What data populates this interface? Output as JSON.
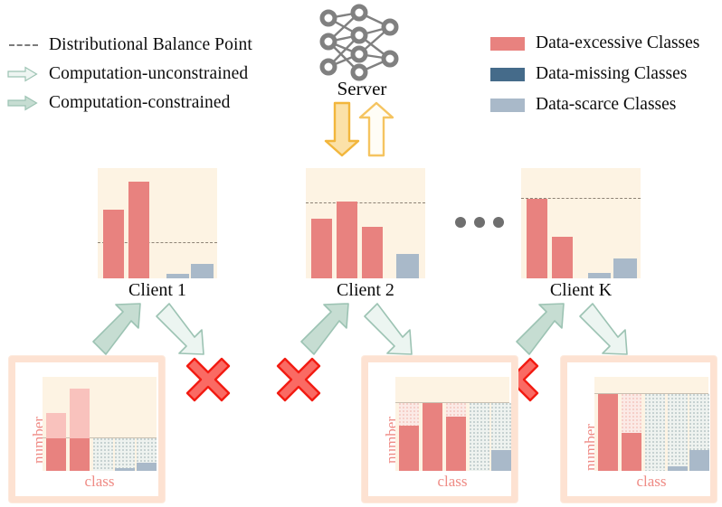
{
  "colors": {
    "data_excessive": "#e8827f",
    "data_missing": "#456b8a",
    "data_scarce": "#a9b9c9",
    "pink_light": "#f9c2bd",
    "chart_bg": "#fdf3e3",
    "panel_border": "#fde2d2",
    "arrow_constrained": "#c5ddd2",
    "arrow_unconstrained": "#e8f2ee",
    "server_arrow": "#f2b63c",
    "red_x": "#fa5a55",
    "axis_label": "#ef8b85",
    "balance_line": "#8d8275",
    "node_gray": "#808080"
  },
  "legend_left": {
    "items": [
      {
        "key": "dashed-line",
        "label": "Distributional Balance Point"
      },
      {
        "key": "arrow-outline",
        "label": "Computation-unconstrained"
      },
      {
        "key": "arrow-filled",
        "label": "Computation-constrained"
      }
    ]
  },
  "legend_right": {
    "items": [
      {
        "key": "swatch-excessive",
        "label": "Data-excessive Classes",
        "color": "#e8827f"
      },
      {
        "key": "swatch-missing",
        "label": "Data-missing Classes",
        "color": "#456b8a"
      },
      {
        "key": "swatch-scarce",
        "label": "Data-scarce Classes",
        "color": "#a9b9c9"
      }
    ]
  },
  "server": {
    "label": "Server",
    "download_arrow": "download-arrow",
    "upload_arrow": "upload-arrow",
    "node_count": 9
  },
  "ellipsis": "•••",
  "clients": [
    {
      "label": "Client 1",
      "balance_pct": 32,
      "bars": [
        {
          "class": "data-excessive",
          "height_pct": 62,
          "color": "#e8827f"
        },
        {
          "class": "data-excessive",
          "height_pct": 88,
          "color": "#e8827f"
        },
        {
          "class": "data-missing",
          "height_pct": 0,
          "color": "#a9b9c9"
        },
        {
          "class": "data-missing",
          "height_pct": 4,
          "color": "#a9b9c9"
        },
        {
          "class": "data-scarce",
          "height_pct": 13,
          "color": "#a9b9c9"
        }
      ]
    },
    {
      "label": "Client 2",
      "balance_pct": 68,
      "bars": [
        {
          "class": "data-excessive",
          "height_pct": 54,
          "color": "#e8827f"
        },
        {
          "class": "data-excessive",
          "height_pct": 70,
          "color": "#e8827f"
        },
        {
          "class": "data-excessive",
          "height_pct": 47,
          "color": "#e8827f"
        },
        {
          "class": "data-missing",
          "height_pct": 0,
          "color": "#a9b9c9"
        },
        {
          "class": "data-scarce",
          "height_pct": 22,
          "color": "#a9b9c9"
        }
      ]
    },
    {
      "label": "Client K",
      "balance_pct": 72,
      "bars": [
        {
          "class": "data-excessive",
          "height_pct": 72,
          "color": "#e8827f"
        },
        {
          "class": "data-excessive",
          "height_pct": 38,
          "color": "#e8827f"
        },
        {
          "class": "data-missing",
          "height_pct": 0,
          "color": "#a9b9c9"
        },
        {
          "class": "data-missing",
          "height_pct": 5,
          "color": "#a9b9c9"
        },
        {
          "class": "data-scarce",
          "height_pct": 18,
          "color": "#a9b9c9"
        }
      ]
    }
  ],
  "flows": [
    {
      "from": "Client 1",
      "constrained_arrow": "arrow-constrained",
      "constrained_result": "panel-1",
      "unconstrained_arrow": "arrow-unconstrained",
      "unconstrained_result": "blocked"
    },
    {
      "from": "Client 2",
      "constrained_arrow": "arrow-constrained",
      "constrained_result": "blocked",
      "unconstrained_arrow": "arrow-unconstrained",
      "unconstrained_result": "panel-2"
    },
    {
      "from": "Client K",
      "constrained_arrow": "arrow-constrained",
      "constrained_result": "blocked",
      "unconstrained_arrow": "arrow-unconstrained",
      "unconstrained_result": "panel-3"
    }
  ],
  "blocked_marker": "red-x",
  "results": [
    {
      "id": "panel-1",
      "ylabel": "number",
      "xlabel": "class",
      "balance_pct": 35,
      "bars": [
        {
          "solid_pct": 35,
          "solid_color": "#e8827f",
          "over_pct": 27,
          "over_style": "pink-solid",
          "fill_style": "none",
          "base_pct": 0,
          "base_color": ""
        },
        {
          "solid_pct": 35,
          "solid_color": "#e8827f",
          "over_pct": 53,
          "over_style": "pink-solid",
          "fill_style": "none",
          "base_pct": 0,
          "base_color": ""
        },
        {
          "solid_pct": 0,
          "solid_color": "",
          "over_pct": 0,
          "over_style": "none",
          "fill_style": "hatch-gray",
          "base_pct": 0,
          "base_color": ""
        },
        {
          "solid_pct": 0,
          "solid_color": "",
          "over_pct": 0,
          "over_style": "none",
          "fill_style": "hatch-gray",
          "base_pct": 3,
          "base_color": "#a9b9c9"
        },
        {
          "solid_pct": 0,
          "solid_color": "",
          "over_pct": 0,
          "over_style": "none",
          "fill_style": "hatch-gray",
          "base_pct": 9,
          "base_color": "#a9b9c9"
        }
      ]
    },
    {
      "id": "panel-2",
      "ylabel": "number",
      "xlabel": "class",
      "balance_pct": 72,
      "bars": [
        {
          "solid_pct": 48,
          "solid_color": "#e8827f",
          "over_pct": 24,
          "over_style": "hatch-pink",
          "fill_style": "none",
          "base_pct": 0,
          "base_color": ""
        },
        {
          "solid_pct": 72,
          "solid_color": "#e8827f",
          "over_pct": 0,
          "over_style": "none",
          "fill_style": "none",
          "base_pct": 0,
          "base_color": ""
        },
        {
          "solid_pct": 58,
          "solid_color": "#e8827f",
          "over_pct": 14,
          "over_style": "hatch-pink",
          "fill_style": "none",
          "base_pct": 0,
          "base_color": ""
        },
        {
          "solid_pct": 0,
          "solid_color": "",
          "over_pct": 0,
          "over_style": "none",
          "fill_style": "hatch-gray",
          "base_pct": 0,
          "base_color": ""
        },
        {
          "solid_pct": 0,
          "solid_color": "",
          "over_pct": 0,
          "over_style": "none",
          "fill_style": "hatch-gray",
          "base_pct": 22,
          "base_color": "#a9b9c9"
        }
      ]
    },
    {
      "id": "panel-3",
      "ylabel": "number",
      "xlabel": "class",
      "balance_pct": 82,
      "bars": [
        {
          "solid_pct": 82,
          "solid_color": "#e8827f",
          "over_pct": 0,
          "over_style": "none",
          "fill_style": "none",
          "base_pct": 0,
          "base_color": ""
        },
        {
          "solid_pct": 40,
          "solid_color": "#e8827f",
          "over_pct": 42,
          "over_style": "hatch-pink",
          "fill_style": "none",
          "base_pct": 0,
          "base_color": ""
        },
        {
          "solid_pct": 0,
          "solid_color": "",
          "over_pct": 0,
          "over_style": "none",
          "fill_style": "hatch-gray",
          "base_pct": 0,
          "base_color": ""
        },
        {
          "solid_pct": 0,
          "solid_color": "",
          "over_pct": 0,
          "over_style": "none",
          "fill_style": "hatch-gray",
          "base_pct": 5,
          "base_color": "#a9b9c9"
        },
        {
          "solid_pct": 0,
          "solid_color": "",
          "over_pct": 0,
          "over_style": "none",
          "fill_style": "hatch-gray",
          "base_pct": 22,
          "base_color": "#a9b9c9"
        }
      ]
    }
  ]
}
